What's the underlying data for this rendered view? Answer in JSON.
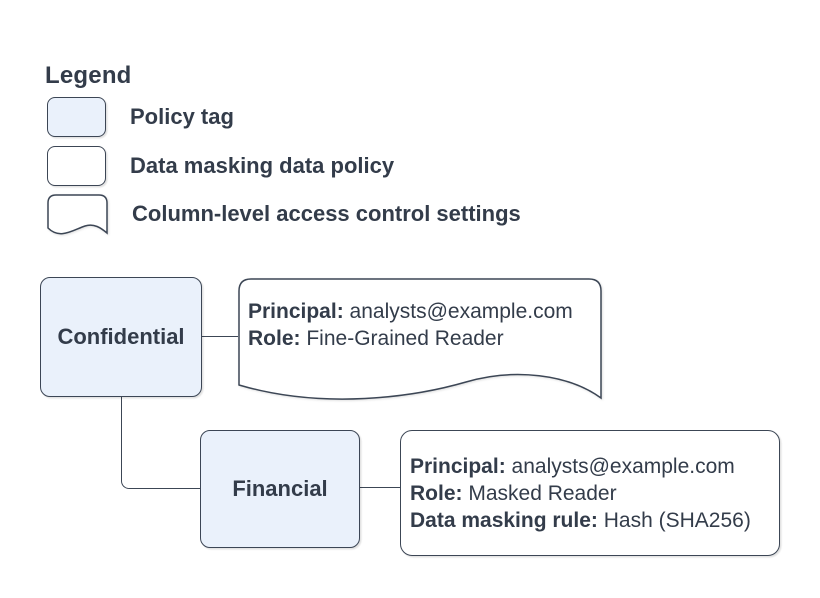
{
  "colors": {
    "background": "#ffffff",
    "node_fill": "#eaf1fb",
    "doc_fill": "#ffffff",
    "stroke": "#3c4655",
    "text": "#333c4a"
  },
  "legend": {
    "title": "Legend",
    "items": [
      {
        "symbol": "policy-tag-swatch",
        "label": "Policy tag"
      },
      {
        "symbol": "data-masking-policy-swatch",
        "label": "Data masking data policy"
      },
      {
        "symbol": "column-access-settings-swatch",
        "label": "Column-level access control settings"
      }
    ]
  },
  "diagram": {
    "policy_tags": {
      "confidential": {
        "label": "Confidential"
      },
      "financial": {
        "label": "Financial"
      }
    },
    "access_control_note": {
      "lines": [
        {
          "label": "Principal:",
          "value": "analysts@example.com"
        },
        {
          "label": "Role:",
          "value": "Fine-Grained Reader"
        }
      ]
    },
    "data_masking_policy": {
      "lines": [
        {
          "label": "Principal:",
          "value": "analysts@example.com"
        },
        {
          "label": "Role:",
          "value": "Masked Reader"
        },
        {
          "label": "Data masking rule:",
          "value": "Hash (SHA256)"
        }
      ]
    }
  }
}
